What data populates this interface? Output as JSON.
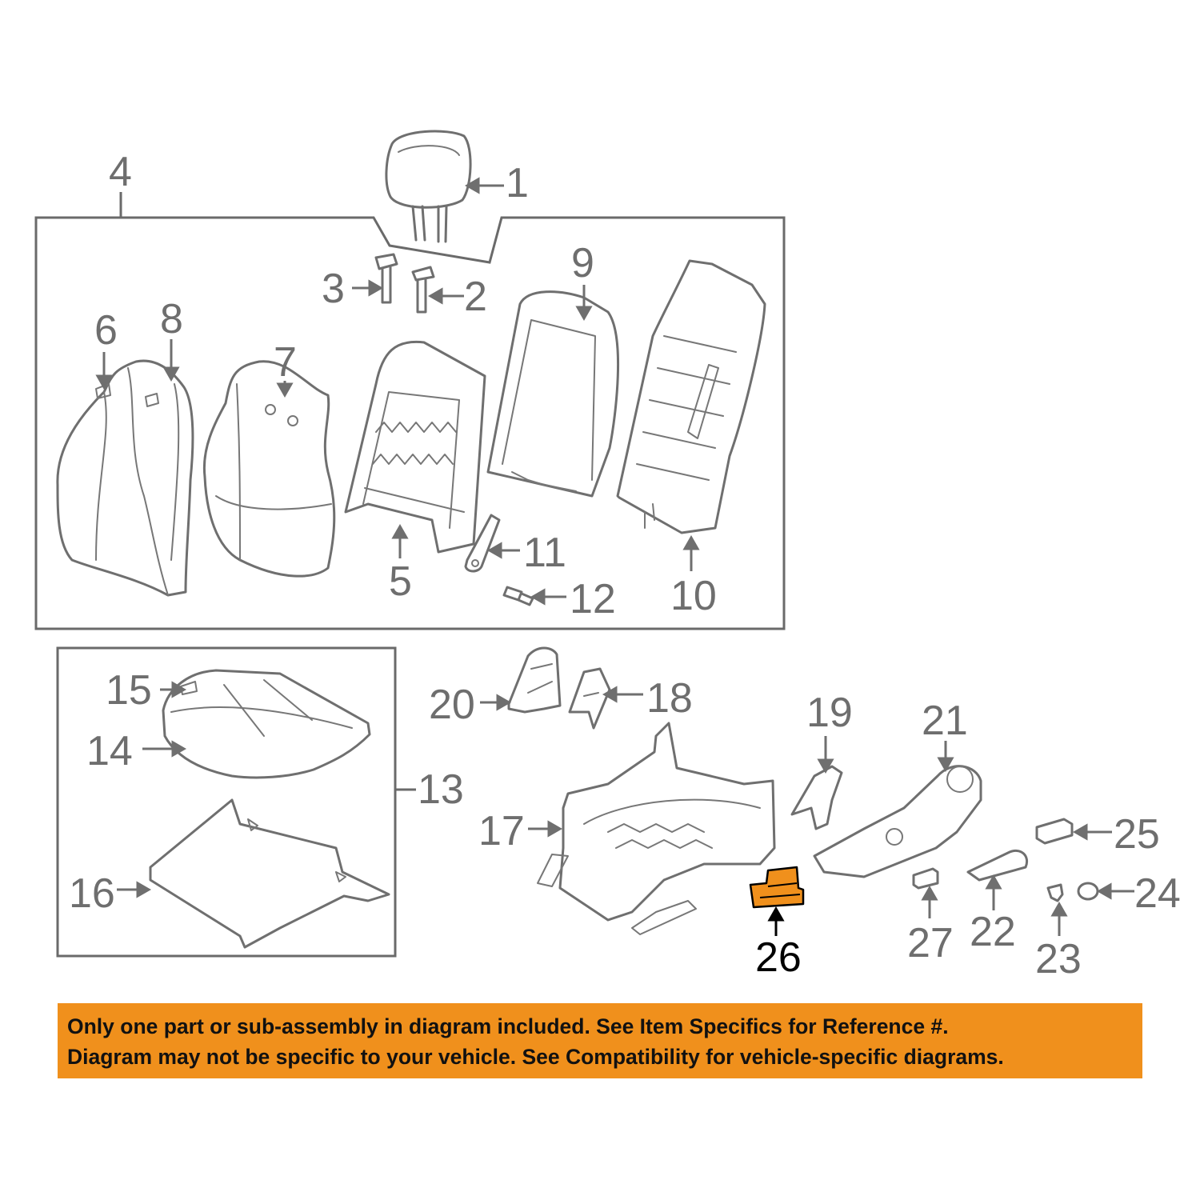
{
  "callouts": {
    "c1": "1",
    "c2": "2",
    "c3": "3",
    "c4": "4",
    "c5": "5",
    "c6": "6",
    "c7": "7",
    "c8": "8",
    "c9": "9",
    "c10": "10",
    "c11": "11",
    "c12": "12",
    "c13": "13",
    "c14": "14",
    "c15": "15",
    "c16": "16",
    "c17": "17",
    "c18": "18",
    "c19": "19",
    "c20": "20",
    "c21": "21",
    "c22": "22",
    "c23": "23",
    "c24": "24",
    "c25": "25",
    "c26": "26",
    "c27": "27"
  },
  "highlighted_part": "26",
  "colors": {
    "highlight": "#f0901c",
    "line_art": "#6f6f6f",
    "notice_background": "#f0901c"
  },
  "notice": {
    "line1": "Only one part or sub-assembly in diagram included. See Item Specifics for Reference #.",
    "line2": "Diagram may not be specific to your vehicle. See Compatibility for vehicle-specific diagrams."
  }
}
